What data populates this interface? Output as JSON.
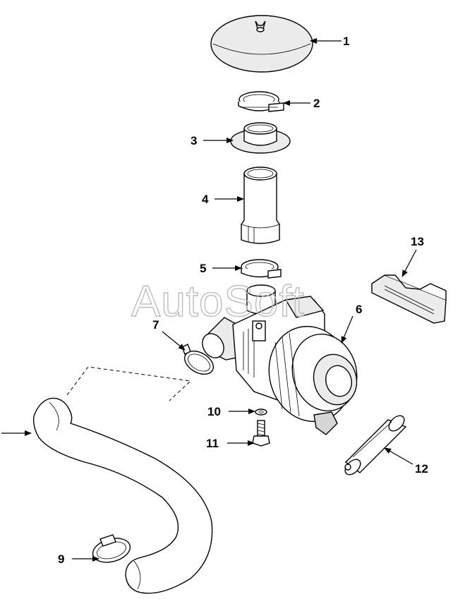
{
  "watermark": "AutoSoft",
  "callouts": [
    {
      "id": "1",
      "label": "1"
    },
    {
      "id": "2",
      "label": "2"
    },
    {
      "id": "3",
      "label": "3"
    },
    {
      "id": "4",
      "label": "4"
    },
    {
      "id": "5",
      "label": "5"
    },
    {
      "id": "6",
      "label": "6"
    },
    {
      "id": "7",
      "label": "7"
    },
    {
      "id": "9",
      "label": "9"
    },
    {
      "id": "10",
      "label": "10"
    },
    {
      "id": "11",
      "label": "11"
    },
    {
      "id": "12",
      "label": "12"
    },
    {
      "id": "13",
      "label": "13"
    }
  ],
  "colors": {
    "line": "#000000",
    "background": "#ffffff",
    "watermark": "#bdbdbd"
  }
}
